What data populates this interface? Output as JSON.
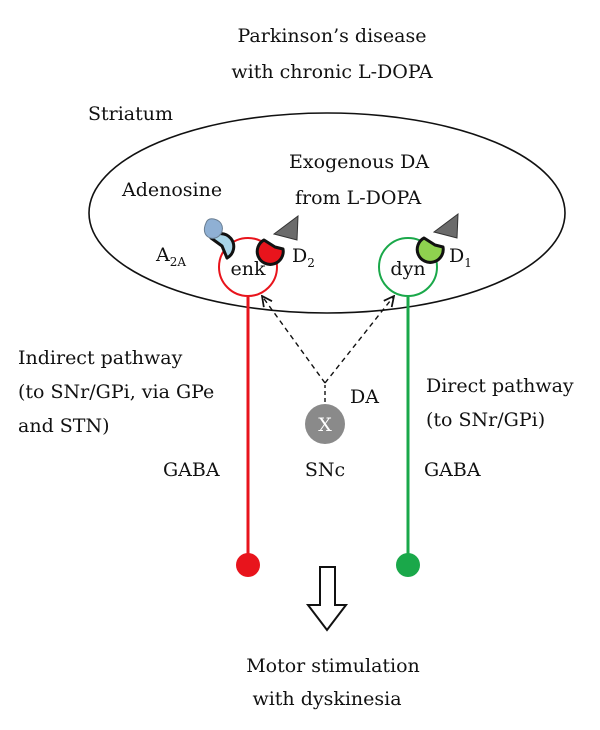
{
  "title": {
    "line1": "Parkinson’s disease",
    "line2": "with chronic L-DOPA"
  },
  "striatum_label": "Striatum",
  "adenosine_label": "Adenosine",
  "exogenous": {
    "line1": "Exogenous DA",
    "line2": "from L-DOPA"
  },
  "receptors": {
    "a2a": {
      "main": "A",
      "sub": "2A"
    },
    "d2": {
      "main": "D",
      "sub": "2"
    },
    "d1": {
      "main": "D",
      "sub": "1"
    }
  },
  "neurons": {
    "enk": "enk",
    "dyn": "dyn"
  },
  "indirect": {
    "line1": "Indirect pathway",
    "line2": "(to SNr/GPi, via GPe",
    "line3": "and STN)"
  },
  "direct": {
    "line1": "Direct pathway",
    "line2": "(to SNr/GPi)"
  },
  "gaba_left": "GABA",
  "gaba_right": "GABA",
  "da_label": "DA",
  "snc": {
    "mark": "X",
    "label": "SNc"
  },
  "outcome": {
    "line1": "Motor stimulation",
    "line2": "with dyskinesia"
  },
  "colors": {
    "indirect": "#e8141c",
    "direct": "#1aa84a",
    "a2a_receptor": "#a8d4e8",
    "adenosine": "#8fb0d4",
    "d1_receptor": "#8fd14f",
    "da_ligand": "#6b6b6b",
    "snc_neuron": "#8a8a8a"
  }
}
